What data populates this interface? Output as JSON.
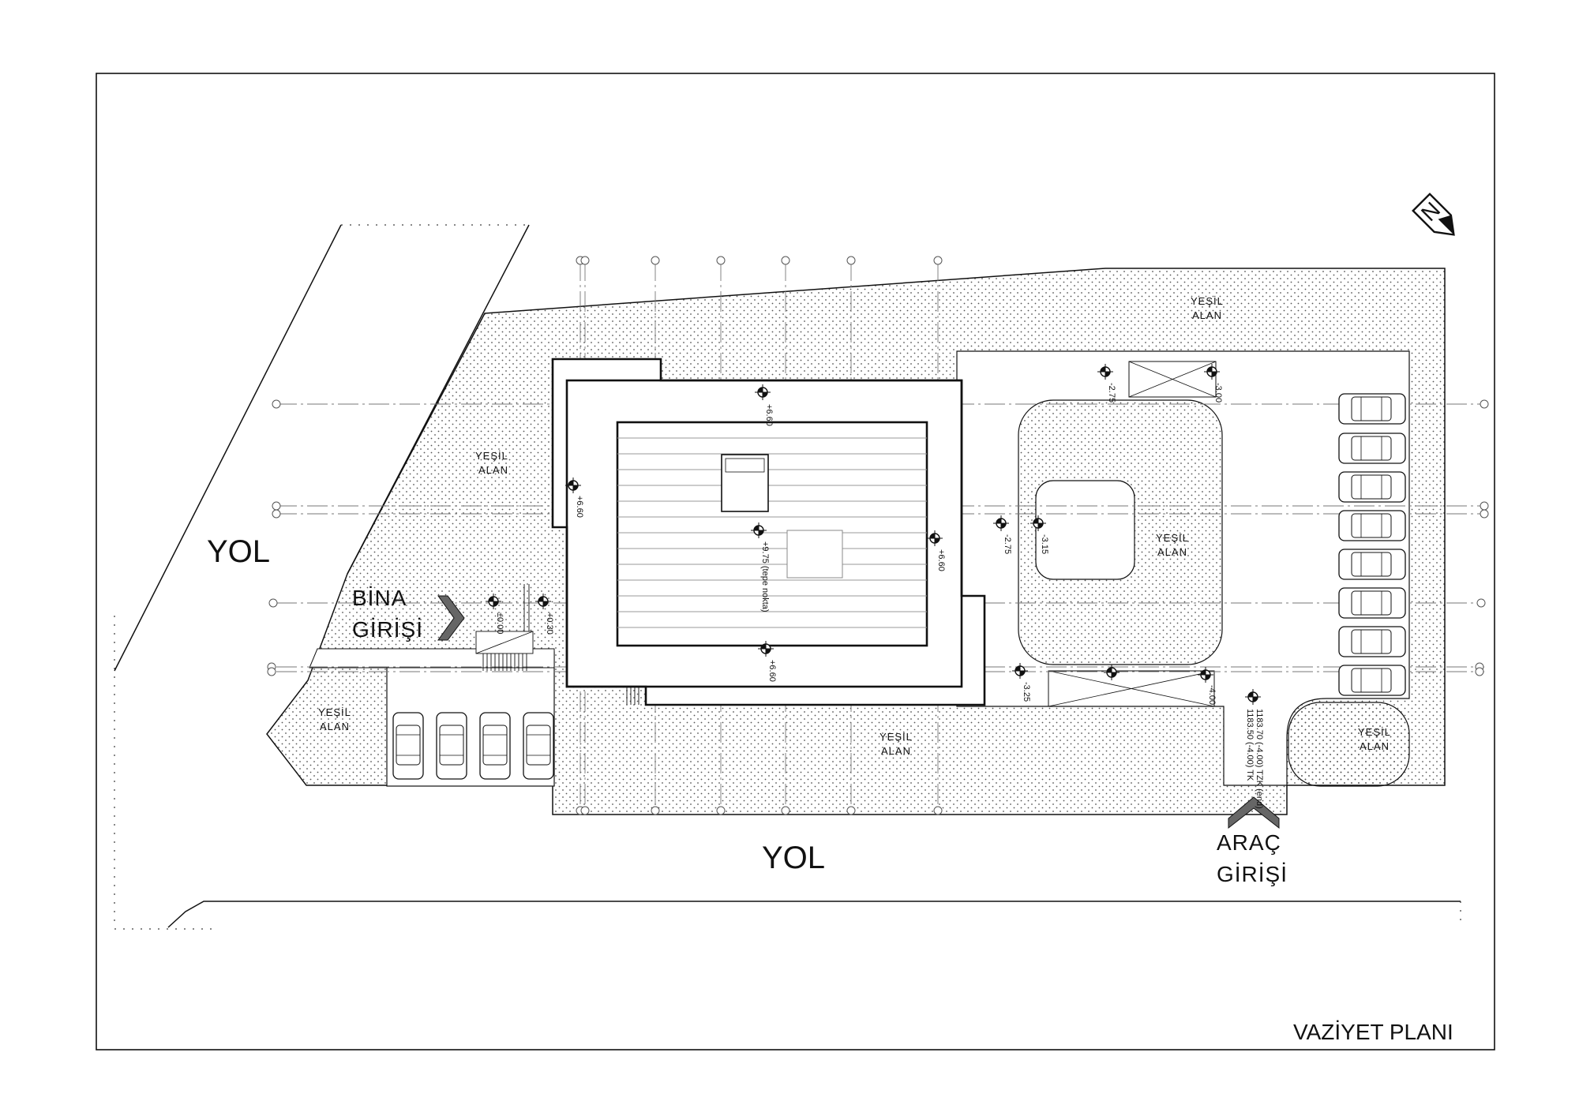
{
  "title": "VAZİYET PLANI",
  "roads": {
    "left": "YOL",
    "bottom": "YOL"
  },
  "entrances": {
    "building": {
      "line1": "BİNA",
      "line2": "GİRİŞİ"
    },
    "vehicle": {
      "line1": "ARAÇ",
      "line2": "GİRİŞİ"
    }
  },
  "green_areas": [
    {
      "line1": "YEŞİL",
      "line2": "ALAN"
    },
    {
      "line1": "YEŞİL",
      "line2": "ALAN"
    },
    {
      "line1": "YEŞİL",
      "line2": "ALAN"
    },
    {
      "line1": "YEŞİL",
      "line2": "ALAN"
    },
    {
      "line1": "YEŞİL",
      "line2": "ALAN"
    },
    {
      "line1": "YEŞİL",
      "line2": "ALAN"
    }
  ],
  "elevations": {
    "roof_north": "+6.60",
    "roof_west": "+6.60",
    "roof_peak": "+9.75 (tepe nokta)",
    "roof_east": "+6.60",
    "roof_south": "+6.60",
    "entry_zero": "±0.00",
    "entry_step": "+0.30",
    "ramp_a": "-2.75",
    "ramp_b": "-3.00",
    "court_a": "-2.75",
    "court_b": "-3.15",
    "lower_a": "-3.25",
    "lower_b": "-4.00",
    "road_level": "1183.70 (-4.00) TZK (end)",
    "road_level2": "1183.50 (-4.00) TK"
  },
  "north_arrow": {
    "icon": "north-arrow-icon",
    "letter": "N"
  },
  "colors": {
    "line": "#111111",
    "hatch_dot": "#555555",
    "axis": "#777777"
  }
}
